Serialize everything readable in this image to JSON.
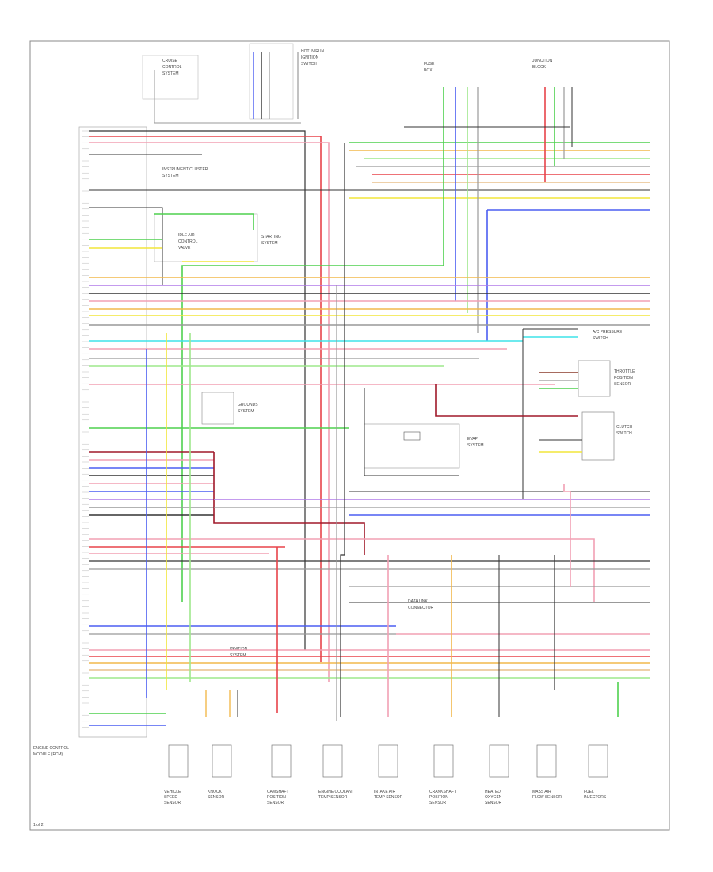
{
  "diagram": {
    "page_label": "1 of 2",
    "ecm_label": [
      "ENGINE CONTROL",
      "MODULE (ECM)"
    ],
    "top_left_block": [
      "CRUISE",
      "CONTROL",
      "SYSTEM"
    ],
    "top_mid_block": [
      "HOT IN RUN",
      "IGNITION",
      "SWITCH"
    ],
    "top_right_block_1": [
      "FUSE",
      "BOX"
    ],
    "top_right_block_2": [
      "JUNCTION",
      "BLOCK"
    ],
    "instrument_cluster": [
      "INSTRUMENT CLUSTER",
      "SYSTEM"
    ],
    "idle_air_block": [
      "IDLE AIR",
      "CONTROL",
      "VALVE"
    ],
    "starting_block": [
      "STARTING",
      "SYSTEM"
    ],
    "gnd_block": [
      "GROUNDS",
      "SYSTEM"
    ],
    "sensor_block": [
      "A/C PRESSURE",
      "SWITCH"
    ],
    "tp_block": [
      "THROTTLE",
      "POSITION",
      "SENSOR"
    ],
    "clutch_block": [
      "CLUTCH",
      "SWITCH"
    ],
    "evap_block": [
      "EVAP",
      "SYSTEM"
    ],
    "data_block": [
      "DATA LINK",
      "CONNECTOR"
    ],
    "ignition_block": [
      "IGNITION",
      "SYSTEM"
    ],
    "bottom_components": [
      [
        "VEHICLE",
        "SPEED",
        "SENSOR"
      ],
      [
        "KNOCK",
        "SENSOR"
      ],
      [
        "CAMSHAFT",
        "POSITION",
        "SENSOR"
      ],
      [
        "ENGINE COOLANT",
        "TEMP SENSOR"
      ],
      [
        "INTAKE AIR",
        "TEMP SENSOR"
      ],
      [
        "CRANKSHAFT",
        "POSITION",
        "SENSOR"
      ],
      [
        "HEATED",
        "OXYGEN",
        "SENSOR"
      ],
      [
        "MASS AIR",
        "FLOW SENSOR"
      ],
      [
        "FUEL",
        "INJECTORS"
      ]
    ],
    "wire_colors": {
      "red": "#e8434a",
      "pink": "#f2a0b4",
      "green": "#4fd14f",
      "light_green": "#9ee88c",
      "yellow": "#f2e63a",
      "orange": "#f2b84c",
      "blue": "#4b5ef2",
      "cyan": "#3fe3e8",
      "violet": "#b07ae8",
      "brown": "#8a3a2a",
      "dark_red": "#a0192a",
      "black": "#333333",
      "gray": "#999999",
      "tan": "#e8c08c"
    }
  }
}
